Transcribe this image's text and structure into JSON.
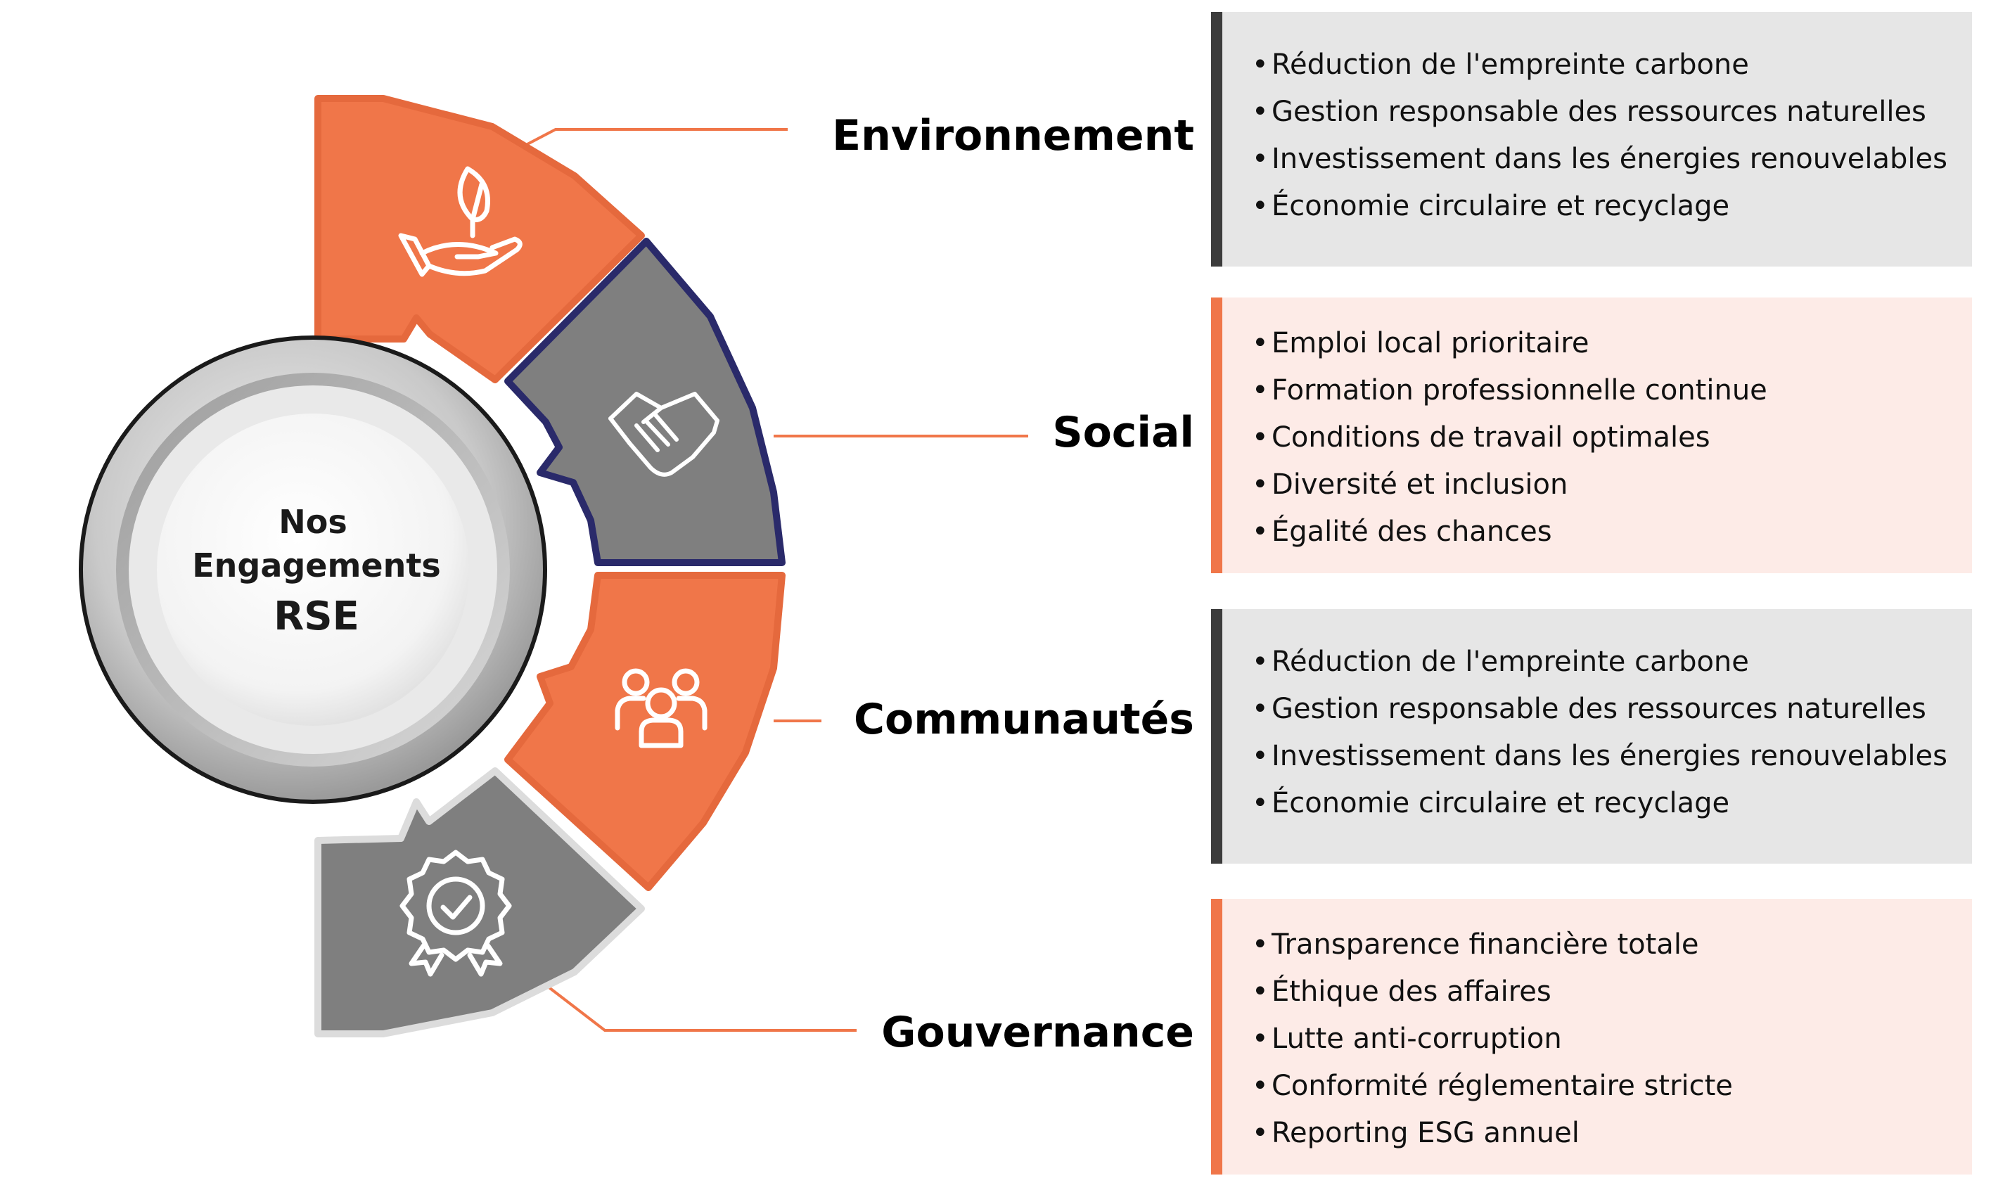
{
  "center": {
    "line1": "Nos",
    "line2": "Engagements",
    "line3": "RSE"
  },
  "colors": {
    "orange": "#F07649",
    "gray": "#7F7F7F",
    "box_gray": "#E6E6E6",
    "box_pink": "#FDEBE7",
    "bar_dark": "#3C3C3C",
    "bar_orange": "#F07649"
  },
  "pillars": [
    {
      "title": "Environnement",
      "icon": "hand-leaf-icon",
      "items": [
        "Réduction de l'empreinte carbone",
        "Gestion responsable des ressources naturelles",
        "Investissement dans les énergies renouvelables",
        "Économie circulaire et recyclage"
      ]
    },
    {
      "title": "Social",
      "icon": "handshake-icon",
      "items": [
        "Emploi local prioritaire",
        "Formation professionnelle continue",
        "Conditions de travail optimales",
        "Diversité et inclusion",
        "Égalité des chances"
      ]
    },
    {
      "title": "Communautés",
      "icon": "community-group-icon",
      "items": [
        "Réduction de l'empreinte carbone",
        "Gestion responsable des ressources naturelles",
        "Investissement dans les énergies renouvelables",
        "Économie circulaire et recyclage"
      ]
    },
    {
      "title": "Gouvernance",
      "icon": "award-badge-icon",
      "items": [
        "Transparence financière totale",
        "Éthique des affaires",
        "Lutte anti-corruption",
        "Conformité réglementaire stricte",
        "Reporting ESG annuel"
      ]
    }
  ]
}
